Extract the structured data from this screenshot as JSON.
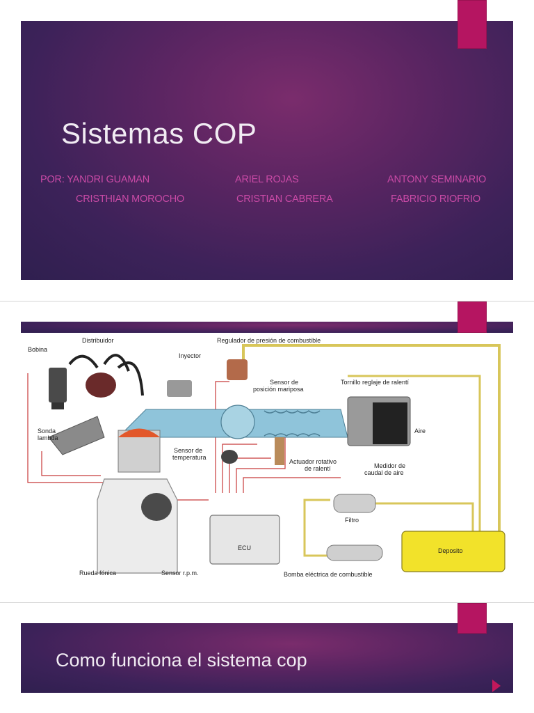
{
  "slide1": {
    "title": "Sistemas COP",
    "authors": [
      "POR: YANDRI GUAMAN",
      "ARIEL ROJAS",
      "ANTONY SEMINARIO",
      "CRISTHIAN MOROCHO",
      "CRISTIAN CABRERA",
      "FABRICIO RIOFRIO"
    ]
  },
  "slide2": {
    "diagram_labels": {
      "bobina": "Bobina",
      "distribuidor": "Distribuidor",
      "inyector": "Inyector",
      "regulador": "Regulador de presión de combustible",
      "sensor_posicion_1": "Sensor de",
      "sensor_posicion_2": "posición mariposa",
      "tornillo": "Tornillo reglaje de ralentí",
      "sonda_1": "Sonda",
      "sonda_2": "lambda",
      "aire": "Aire",
      "sensor_temp_1": "Sensor de",
      "sensor_temp_2": "temperatura",
      "actuador_1": "Actuador rotativo",
      "actuador_2": "de ralentí",
      "medidor_1": "Medidor de",
      "medidor_2": "caudal de aire",
      "filtro": "Filtro",
      "ecu": "ECU",
      "deposito": "Deposito",
      "rueda": "Rueda fónica",
      "sensor_rpm": "Sensor r.p.m.",
      "bomba": "Bomba eléctrica de combustible"
    }
  },
  "slide3": {
    "title": "Como funciona el sistema cop"
  },
  "colors": {
    "slide_background": "#4a2360",
    "accent": "#b51561",
    "author_text": "#c94aa6",
    "title_text": "#f1ecf3"
  }
}
